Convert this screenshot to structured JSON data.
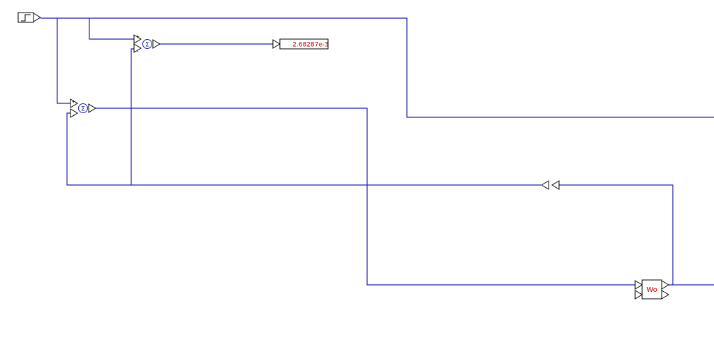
{
  "colors": {
    "wire": "#1f1fb4",
    "display_text": "#b00000",
    "block_label": "#c00000",
    "background": "#ffffff"
  },
  "icons": {
    "source": "step-source-icon",
    "sum": "summation-icon",
    "gain": "gain-triangle-icon"
  },
  "sum_upper": {
    "symbol": "Σ",
    "sign_top": "+",
    "sign_bottom": "-"
  },
  "sum_lower": {
    "symbol": "Σ",
    "sign_top": "+",
    "sign_bottom": "-"
  },
  "display": {
    "value": "2.68287e-3"
  },
  "controller_block": {
    "label": "Wo"
  }
}
